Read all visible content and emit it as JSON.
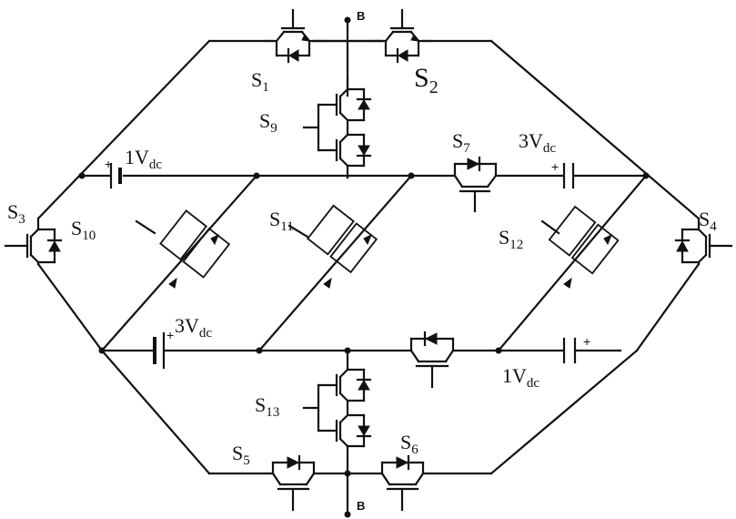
{
  "labels": {
    "s1": {
      "main": "S",
      "sub": "1"
    },
    "s2": {
      "main": "S",
      "sub": "2"
    },
    "s3": {
      "main": "S",
      "sub": "3"
    },
    "s4": {
      "main": "S",
      "sub": "4"
    },
    "s5": {
      "main": "S",
      "sub": "5"
    },
    "s6": {
      "main": "S",
      "sub": "6"
    },
    "s7": {
      "main": "S",
      "sub": "7"
    },
    "s9": {
      "main": "S",
      "sub": "9"
    },
    "s10": {
      "main": "S",
      "sub": "10"
    },
    "s11": {
      "main": "S",
      "sub": "11"
    },
    "s12": {
      "main": "S",
      "sub": "12"
    },
    "s13": {
      "main": "S",
      "sub": "13"
    }
  },
  "sources": {
    "v1_top": {
      "main": "1V",
      "sub": "dc"
    },
    "v3_top": {
      "main": "3V",
      "sub": "dc"
    },
    "v3_bottom": {
      "main": "3V",
      "sub": "dc"
    },
    "v1_bottom": {
      "main": "1V",
      "sub": "dc"
    }
  },
  "nodes": {
    "top": "B",
    "bottom": "B"
  },
  "polarity": "+"
}
